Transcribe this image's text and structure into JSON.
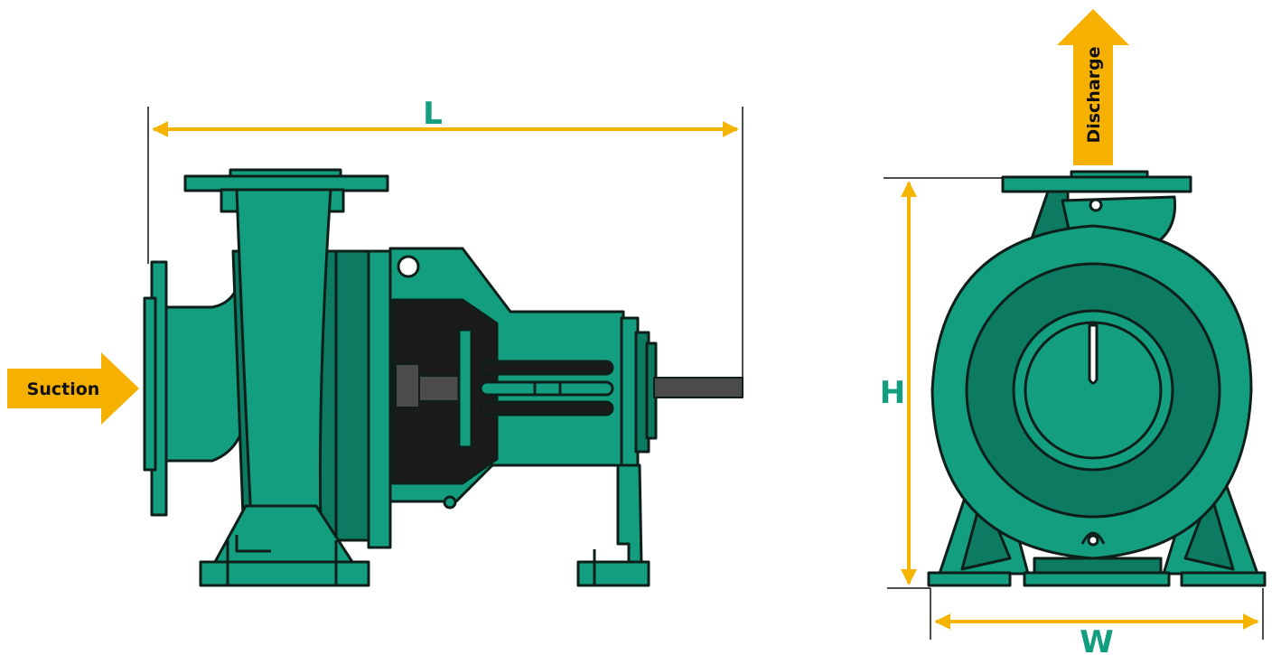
{
  "labels": {
    "length": "L",
    "height": "H",
    "width": "W",
    "suction": "Suction",
    "discharge": "Discharge"
  },
  "colors": {
    "body": "#139e80",
    "body_dark": "#0d7a62",
    "outline": "#0e1f1a",
    "cavity": "#1b1b1b",
    "dimension": "#f5b400",
    "dimension_text": "#139e80",
    "arrow_fill": "#f5b000"
  }
}
